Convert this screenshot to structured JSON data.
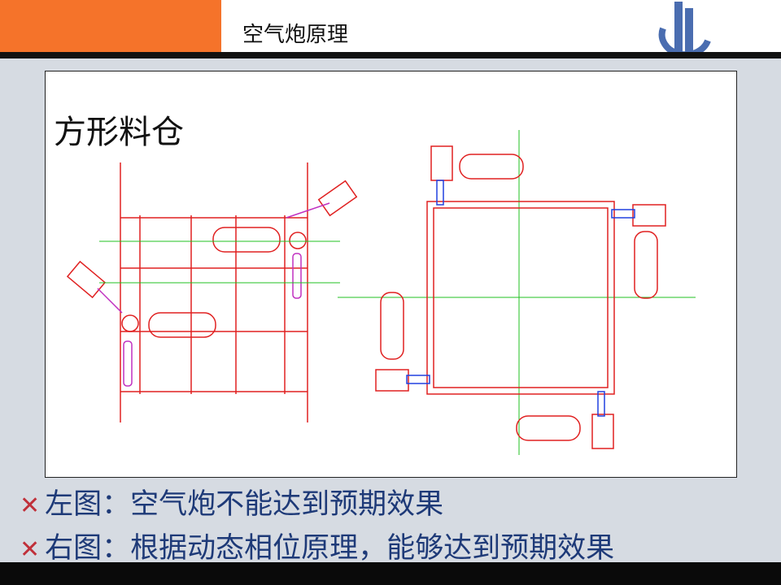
{
  "header": {
    "title": "空气炮原理"
  },
  "panel": {
    "title": "方形料仓"
  },
  "bullets": [
    {
      "mark": "✕",
      "text": "左图：空气炮不能达到预期效果"
    },
    {
      "mark": "✕",
      "text": "右图：根据动态相位原理，能够达到预期效果"
    }
  ],
  "colors": {
    "accent": "#f5732a",
    "text": "#1e3a78",
    "structure": "#e02020",
    "axis": "#20c020"
  }
}
